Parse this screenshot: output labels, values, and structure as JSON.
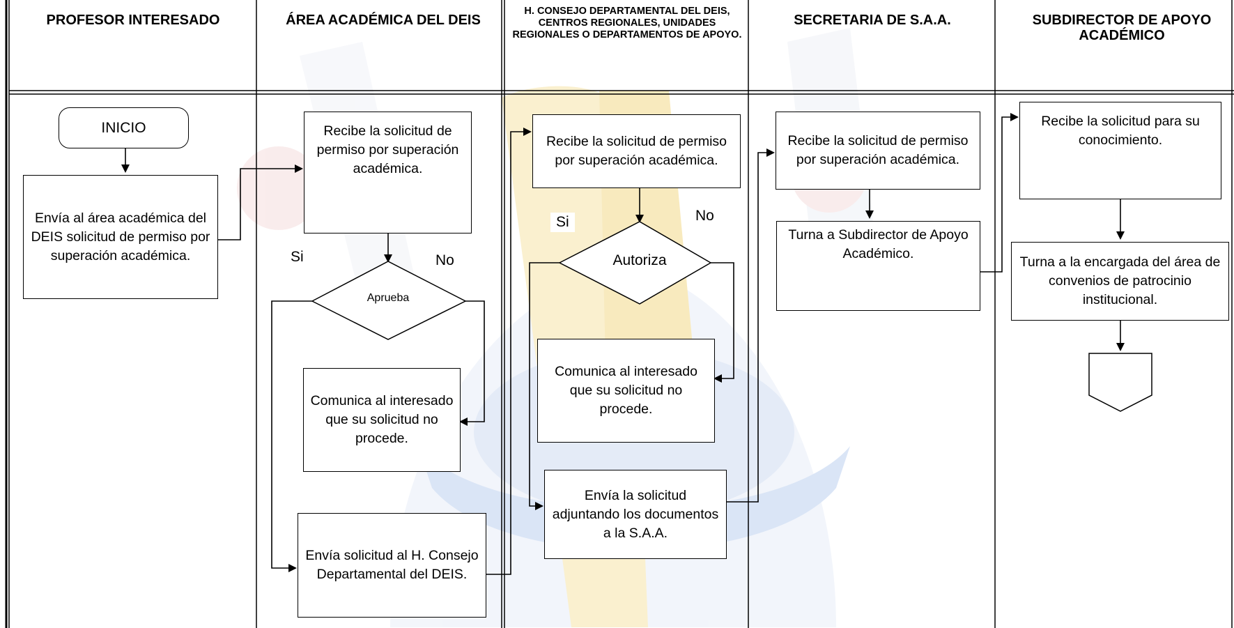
{
  "lanes": [
    {
      "title": "PROFESOR INTERESADO"
    },
    {
      "title": "ÁREA ACADÉMICA DEL DEIS"
    },
    {
      "title": "H. CONSEJO DEPARTAMENTAL DEL DEIS, CENTROS REGIONALES, UNIDADES REGIONALES O DEPARTAMENTOS DE APOYO."
    },
    {
      "title": "SECRETARIA DE S.A.A."
    },
    {
      "title": "SUBDIRECTOR DE APOYO ACADÉMICO"
    }
  ],
  "nodes": {
    "inicio": "INICIO",
    "prof_envia": "Envía al área académica del DEIS solicitud de permiso por superación académica.",
    "area_recibe": "Recibe la solicitud de permiso por superación académica.",
    "area_decision": "Aprueba",
    "area_yes": "Si",
    "area_no": "No",
    "area_comunica": "Comunica al interesado que su solicitud no procede.",
    "area_envia": "Envía solicitud al H. Consejo Departamental del DEIS.",
    "consejo_recibe": "Recibe la solicitud de permiso por superación académica.",
    "consejo_decision": "Autoriza",
    "consejo_yes": "Si",
    "consejo_no": "No",
    "consejo_comunica": "Comunica al interesado que su solicitud no procede.",
    "consejo_envia": "Envía la solicitud adjuntando los documentos a la S.A.A.",
    "saa_recibe": "Recibe la solicitud de permiso por superación académica.",
    "saa_turna": "Turna a Subdirector de Apoyo Académico.",
    "sub_recibe": "Recibe la solicitud para su conocimiento.",
    "sub_turna": "Turna a la encargada del área de convenios de patrocinio institucional."
  },
  "colors": {
    "watermark_gold": "#f2d27a",
    "watermark_blue": "#c9d8f0",
    "line": "#000000"
  }
}
